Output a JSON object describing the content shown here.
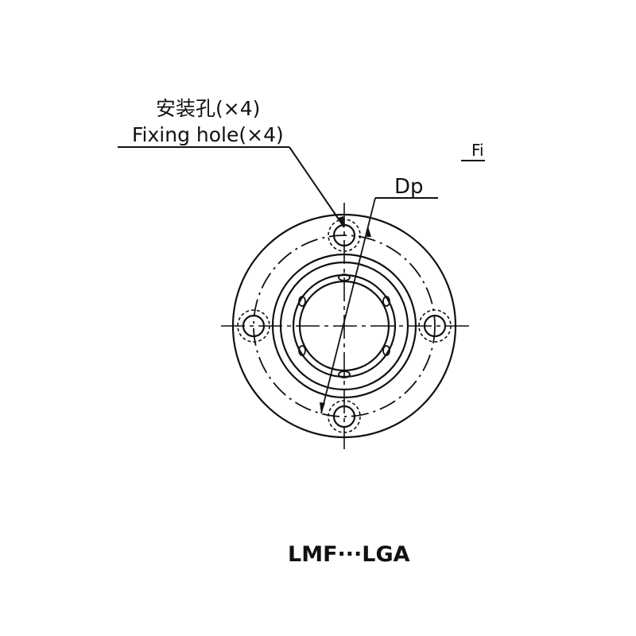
{
  "labels": {
    "fixing_hole_cn": "安装孔(×4)",
    "fixing_hole_en": "Fixing hole(×4)",
    "dp": "Dp",
    "fi_partial": "Fi",
    "model": "LMF···LGA"
  },
  "colors": {
    "line": "#111111",
    "background": "#ffffff"
  }
}
